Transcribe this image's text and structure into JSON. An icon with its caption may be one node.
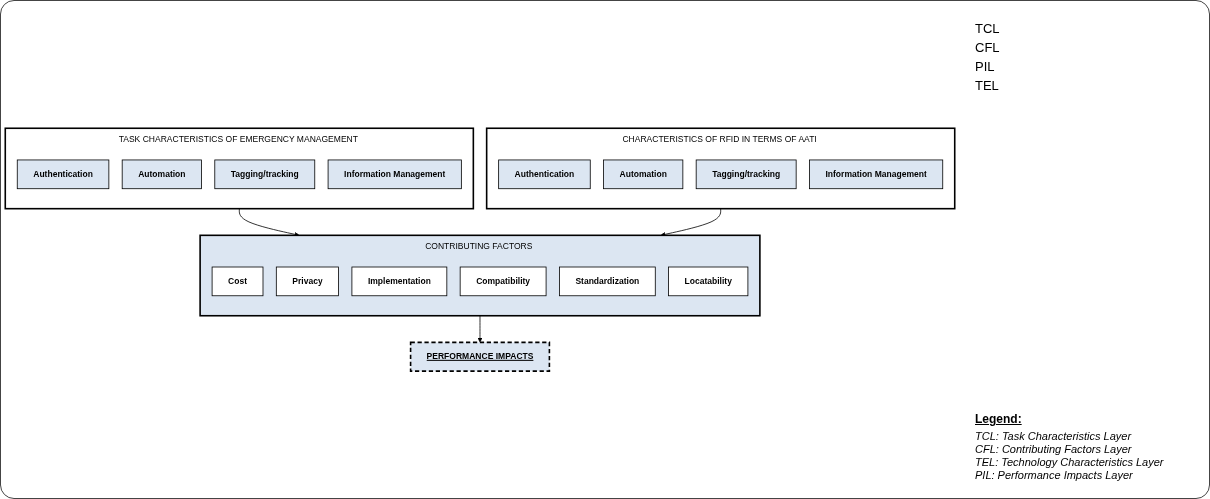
{
  "diagram": {
    "nodes": [
      {
        "text": [
          "TASK CHARACTERISTICS OF EMERGENCY MANAGEMENT"
        ]
      },
      {
        "text": [
          "Authentication"
        ],
        "in": 0
      },
      {
        "text": [
          "Automation"
        ],
        "in": 0
      },
      {
        "text": [
          "Tagging/tracking"
        ],
        "in": 0
      },
      {
        "text": [
          "Information Management"
        ],
        "in": 0
      },
      {
        "text": [
          "CONTRIBUTING FACTORS"
        ]
      },
      {
        "text": [
          "Cost"
        ],
        "in": 5
      },
      {
        "text": [
          "Privacy"
        ],
        "in": 5
      },
      {
        "text": [
          "Implementation"
        ],
        "in": 5
      },
      {
        "text": [
          "Compatibility"
        ],
        "in": 5
      },
      {
        "text": [
          "Standardization"
        ],
        "in": 5
      },
      {
        "text": [
          "Locatability"
        ],
        "in": 5
      },
      {
        "text": [
          "PERFORMANCE IMPACTS"
        ]
      },
      {
        "text": [
          "CHARACTERISTICS OF RFID IN TERMS OF AATI"
        ]
      },
      {
        "text": [
          "Authentication"
        ],
        "in": 13
      },
      {
        "text": [
          "Automation"
        ],
        "in": 13
      },
      {
        "text": [
          "Tagging/tracking"
        ],
        "in": 13
      },
      {
        "text": [
          "Information Management"
        ],
        "in": 13
      }
    ],
    "edges": [
      {
        "from": 0,
        "to": 5,
        "arrow": "to"
      },
      {
        "from": 5,
        "to": 12,
        "arrow": "to"
      },
      {
        "from": 13,
        "to": 5,
        "arrow": "to"
      }
    ],
    "labels": [
      "TCL",
      "CFL",
      "PIL",
      "TEL",
      "Legend:"
    ],
    "legend": [
      {
        "text": "TCL: Task Characteristics Layer"
      },
      {
        "text": "CFL: Contributing Factors Layer"
      },
      {
        "text": "TEL: Technology Characteristics Layer"
      },
      {
        "text": "PIL: Performance Impacts Layer"
      }
    ]
  }
}
